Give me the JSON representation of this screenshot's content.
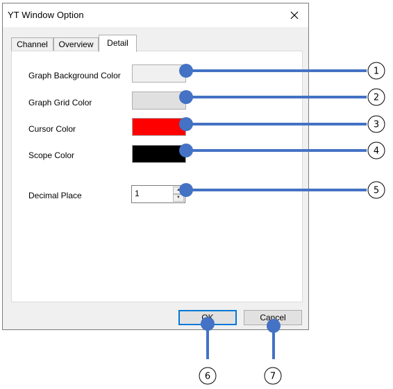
{
  "window": {
    "title": "YT Window Option"
  },
  "tabs": [
    "Channel",
    "Overview",
    "Detail"
  ],
  "detail": {
    "graph_bg_label": "Graph Background Color",
    "graph_grid_label": "Graph Grid Color",
    "cursor_label": "Cursor Color",
    "scope_label": "Scope Color",
    "decimal_label": "Decimal Place",
    "decimal_value": "1"
  },
  "colors": {
    "graph_background": "#f0f0f0",
    "graph_grid": "#e0e0e0",
    "cursor": "#ff0000",
    "scope": "#000000",
    "callout": "#4472c4"
  },
  "buttons": {
    "ok": "OK",
    "cancel": "Cancel"
  },
  "callouts": [
    "1",
    "2",
    "3",
    "4",
    "5",
    "6",
    "7"
  ]
}
